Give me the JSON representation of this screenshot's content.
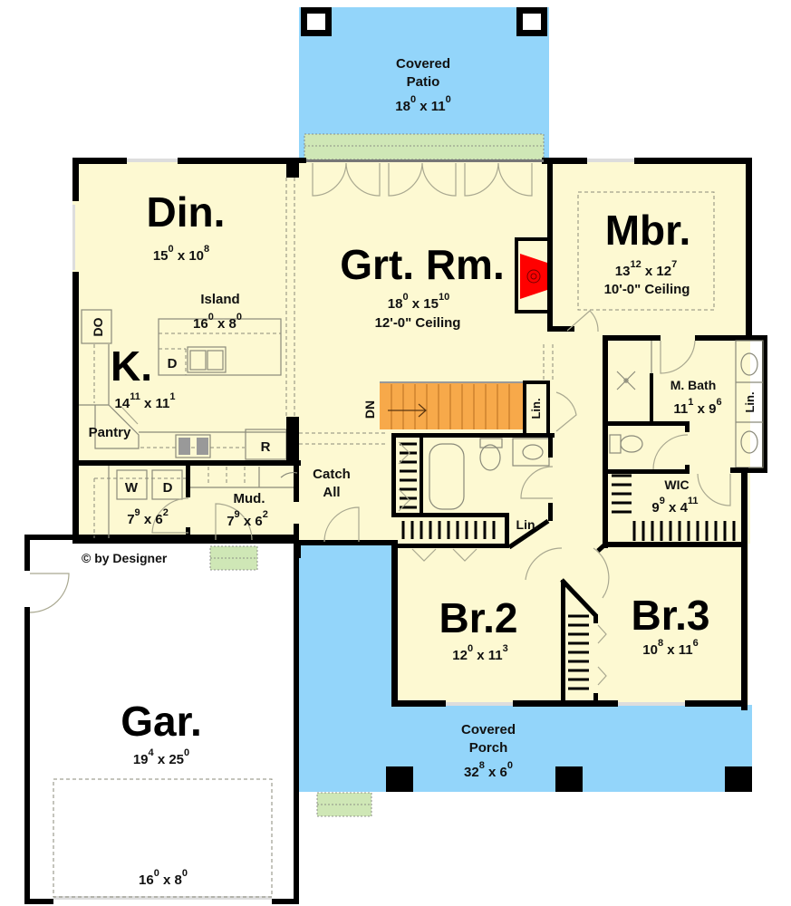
{
  "colors": {
    "interior": "#fdf9d2",
    "porch": "#93d5fa",
    "steps": "#cfe7b6",
    "stairs": "#f7a94a",
    "fireplace": "#ff0000",
    "wall": "#000000",
    "garage": "#ffffff"
  },
  "rooms": {
    "patio": {
      "name1": "Covered",
      "name2": "Patio",
      "dim_a": "18",
      "dim_a_sup": "0",
      "dim_b": "11",
      "dim_b_sup": "0"
    },
    "dining": {
      "name": "Din.",
      "dim_a": "15",
      "dim_a_sup": "0",
      "dim_b": "10",
      "dim_b_sup": "8"
    },
    "great_room": {
      "name": "Grt. Rm.",
      "dim_a": "18",
      "dim_a_sup": "0",
      "dim_b": "15",
      "dim_b_sup": "10",
      "ceiling": "12'-0\" Ceiling"
    },
    "master_bedroom": {
      "name": "Mbr.",
      "dim_a": "13",
      "dim_a_sup": "12",
      "dim_b": "12",
      "dim_b_sup": "7",
      "ceiling": "10'-0\" Ceiling"
    },
    "island": {
      "name": "Island",
      "dim_a": "16",
      "dim_a_sup": "0",
      "dim_b": "8",
      "dim_b_sup": "0",
      "dishwasher": "D"
    },
    "kitchen": {
      "name": "K.",
      "dim_a": "14",
      "dim_a_sup": "11",
      "dim_b": "11",
      "dim_b_sup": "1",
      "pantry": "Pantry",
      "double_oven": "DO",
      "fridge": "R"
    },
    "laundry": {
      "washer": "W",
      "dryer": "D",
      "dim_a": "7",
      "dim_a_sup": "9",
      "dim_b": "6",
      "dim_b_sup": "2"
    },
    "mud": {
      "name": "Mud.",
      "dim_a": "7",
      "dim_a_sup": "9",
      "dim_b": "6",
      "dim_b_sup": "2"
    },
    "catch_all": {
      "name1": "Catch",
      "name2": "All"
    },
    "stairs": {
      "label": "DN"
    },
    "linen_1": {
      "label": "Lin."
    },
    "linen_2": {
      "label": "Lin."
    },
    "master_bath": {
      "name": "M. Bath",
      "dim_a": "11",
      "dim_a_sup": "1",
      "dim_b": "9",
      "dim_b_sup": "6",
      "linen": "Lin."
    },
    "wic": {
      "name": "WIC",
      "dim_a": "9",
      "dim_a_sup": "9",
      "dim_b": "4",
      "dim_b_sup": "11"
    },
    "bedroom_2": {
      "name": "Br.2",
      "dim_a": "12",
      "dim_a_sup": "0",
      "dim_b": "11",
      "dim_b_sup": "3"
    },
    "bedroom_3": {
      "name": "Br.3",
      "dim_a": "10",
      "dim_a_sup": "8",
      "dim_b": "11",
      "dim_b_sup": "6"
    },
    "porch": {
      "name1": "Covered",
      "name2": "Porch",
      "dim_a": "32",
      "dim_a_sup": "8",
      "dim_b": "6",
      "dim_b_sup": "0"
    },
    "garage": {
      "name": "Gar.",
      "dim_a": "19",
      "dim_a_sup": "4",
      "dim_b": "25",
      "dim_b_sup": "0",
      "door_a": "16",
      "door_a_sup": "0",
      "door_b": "8",
      "door_b_sup": "0"
    }
  },
  "copyright": "© by Designer"
}
